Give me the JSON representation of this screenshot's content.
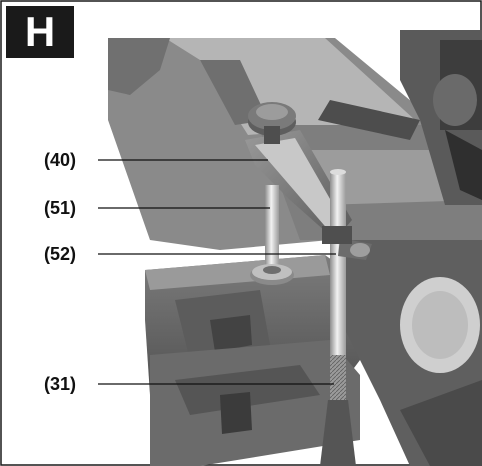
{
  "figure": {
    "tag": "H",
    "callouts": [
      {
        "id": "40",
        "label": "(40)"
      },
      {
        "id": "51",
        "label": "(51)"
      },
      {
        "id": "52",
        "label": "(52)"
      },
      {
        "id": "31",
        "label": "(31)"
      }
    ]
  }
}
